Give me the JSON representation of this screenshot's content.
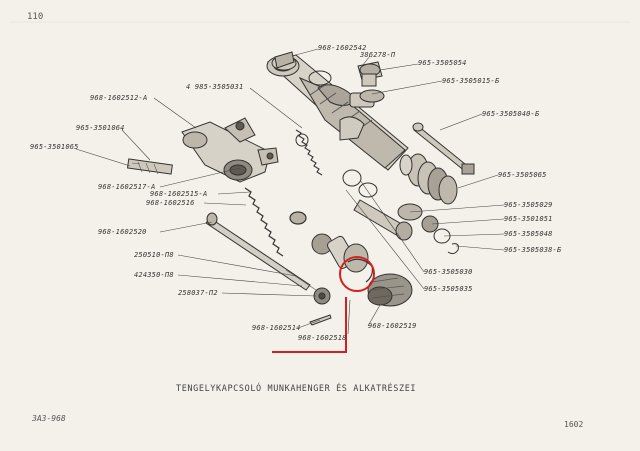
{
  "page": {
    "number_top": "110",
    "caption": "TENGELYKAPCSOLÓ MUNKAHENGER ÉS ALKATRÉSZEI",
    "footer_left": "ЗАЗ-968",
    "footer_right": "1602"
  },
  "labels": [
    "968-1602542",
    "386278-П",
    "965-3505054",
    "965-3505015-Б",
    "965-3505040-Б",
    "4 985-3505031",
    "968-1602512-А",
    "965-3501064",
    "965-3501065",
    "968-1602517-А",
    "968-1602515-А",
    "968-1602516",
    "965-3505065",
    "965-3505029",
    "965-3501051",
    "965-3505048",
    "965-3505038-Б",
    "968-1602520",
    "250510-П8",
    "424350-П8",
    "258037-П2",
    "965-3505030",
    "965-3505035",
    "968-1602514",
    "968-1602518",
    "968-1602519"
  ],
  "highlight": {
    "color": "#d42020"
  }
}
